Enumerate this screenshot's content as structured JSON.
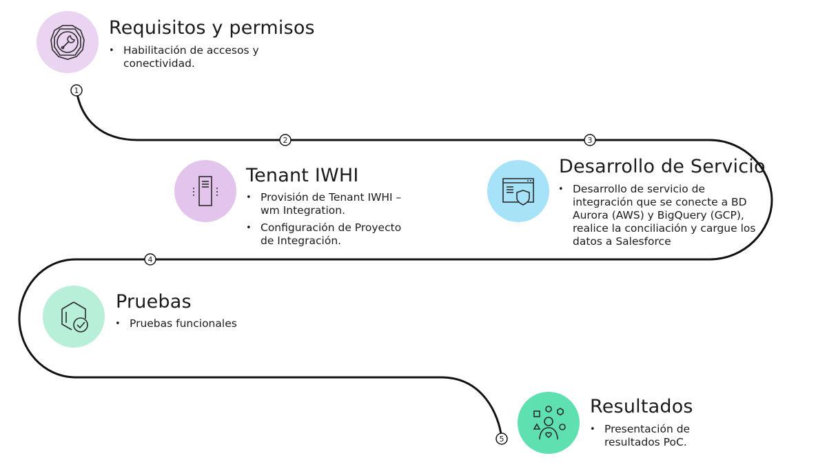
{
  "steps": [
    {
      "number": "1",
      "icon": "wrench-icon",
      "circle_color": "#ead4f1",
      "title": "Requisitos y permisos",
      "bullets": [
        "Habilitación de accesos y conectividad."
      ]
    },
    {
      "number": "2",
      "icon": "server-icon",
      "circle_color": "#e2c4ec",
      "title": "Tenant IWHI",
      "bullets": [
        "Provisión de Tenant IWHI – wm Integration.",
        "Configuración de Proyecto de Integración."
      ]
    },
    {
      "number": "3",
      "icon": "secure-window-icon",
      "circle_color": "#a6e2f8",
      "title": "Desarrollo de Servicio",
      "bullets": [
        "Desarrollo de servicio de integración que se conecte a BD Aurora (AWS) y BigQuery (GCP), realice la conciliación y cargue los datos a Salesforce"
      ]
    },
    {
      "number": "4",
      "icon": "hexagon-check-icon",
      "circle_color": "#b8efd8",
      "title": "Pruebas",
      "bullets": [
        "Pruebas funcionales"
      ]
    },
    {
      "number": "5",
      "icon": "people-shapes-icon",
      "circle_color": "#5fe0b0",
      "title": "Resultados",
      "bullets": [
        "Presentación de resultados PoC."
      ]
    }
  ],
  "line_color": "#111111"
}
